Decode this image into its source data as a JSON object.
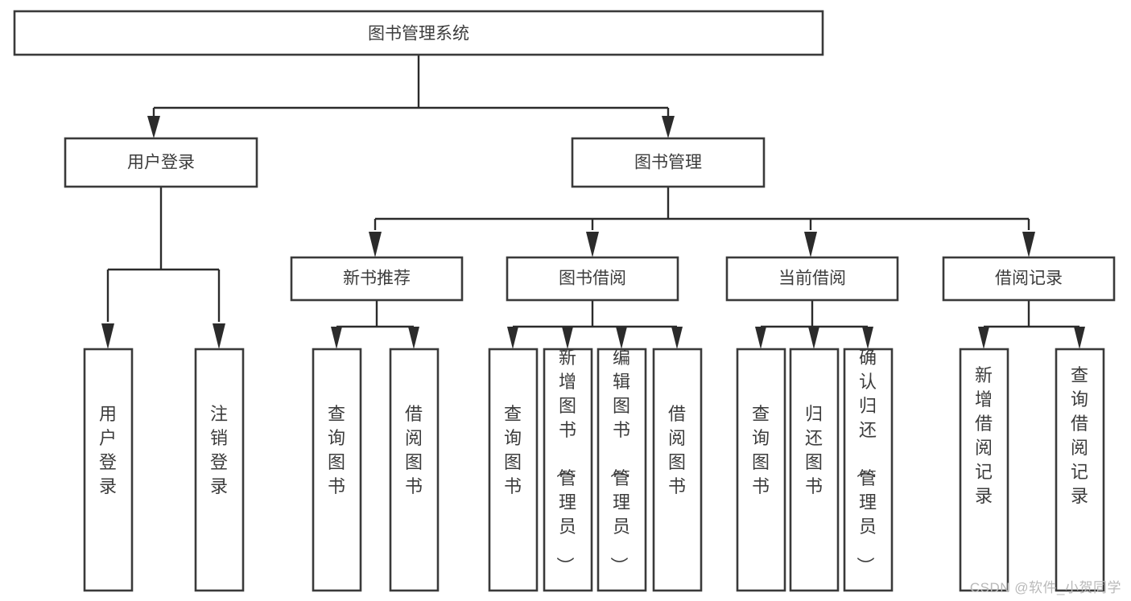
{
  "diagram": {
    "title": "图书管理系统",
    "type": "tree",
    "watermark": "CSDN @软件_小贺同学",
    "accent_color": "#3a3a3a",
    "background_color": "#ffffff",
    "root": {
      "label": "图书管理系统"
    },
    "level2": [
      {
        "label": "用户登录"
      },
      {
        "label": "图书管理"
      }
    ],
    "level3": [
      {
        "label": "新书推荐"
      },
      {
        "label": "图书借阅"
      },
      {
        "label": "当前借阅"
      },
      {
        "label": "借阅记录"
      }
    ],
    "leaves": {
      "user_login": [
        {
          "label": "用户登录"
        },
        {
          "label": "注销登录"
        }
      ],
      "new_book_recommend": [
        {
          "label": "查询图书"
        },
        {
          "label": "借阅图书"
        }
      ],
      "book_borrow": [
        {
          "label": "查询图书"
        },
        {
          "label": "新增图书（管理员）"
        },
        {
          "label": "编辑图书（管理员）"
        },
        {
          "label": "借阅图书"
        }
      ],
      "current_borrow": [
        {
          "label": "查询图书"
        },
        {
          "label": "归还图书"
        },
        {
          "label": "确认归还（管理员）"
        }
      ],
      "borrow_record": [
        {
          "label": "新增借阅记录"
        },
        {
          "label": "查询借阅记录"
        }
      ]
    }
  }
}
